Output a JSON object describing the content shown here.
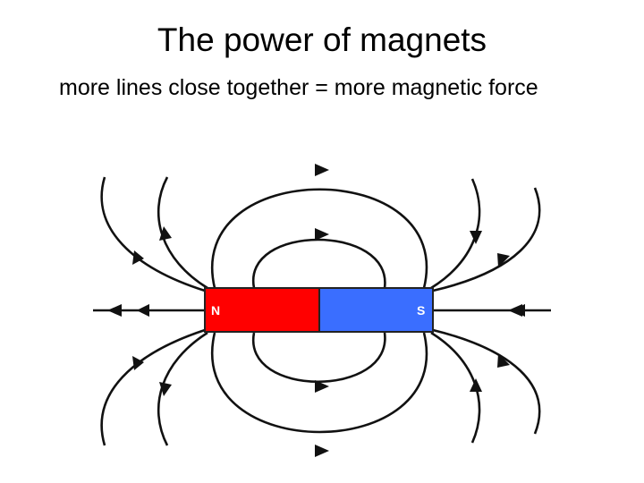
{
  "slide": {
    "title": "The power of magnets",
    "subtitle": "more lines close together = more magnetic force"
  },
  "magnet": {
    "north_label": "N",
    "south_label": "S",
    "north_color": "#ff0000",
    "south_color": "#3a6eff",
    "border_color": "#222222"
  },
  "field_lines": {
    "color": "#111111",
    "arrow_icon": "filled-triangle-arrowhead"
  }
}
